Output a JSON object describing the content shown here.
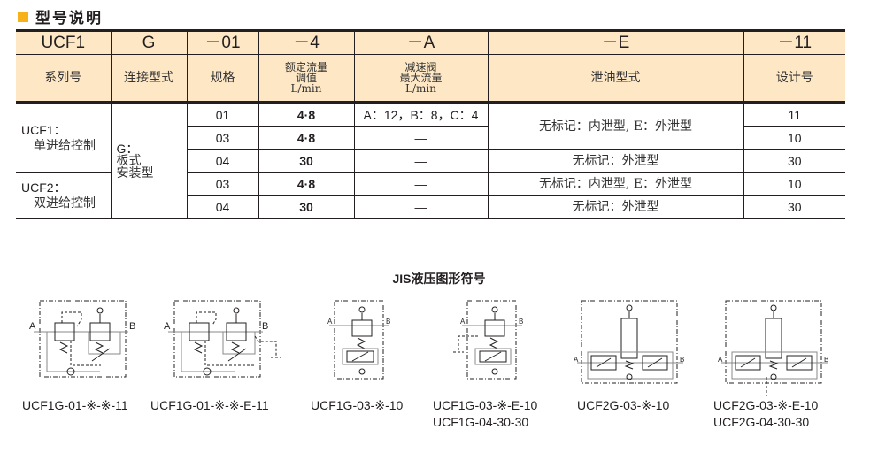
{
  "section_title": "型号说明",
  "code_row": [
    "UCF1",
    "G",
    "－01",
    "－4",
    "－A",
    "－E",
    "－11"
  ],
  "header_row": {
    "series": "系列号",
    "connection": "连接型式",
    "size": "规格",
    "rated_flow": [
      "额定流量",
      "调值",
      "L/min"
    ],
    "reducer_flow": [
      "减速阀",
      "最大流量",
      "L/min"
    ],
    "drain": "泄油型式",
    "design": "设计号"
  },
  "body": {
    "ucf1": [
      "UCF1：",
      "单进给控制"
    ],
    "ucf2": [
      "UCF2：",
      "双进给控制"
    ],
    "g": [
      "G：",
      "板式",
      "安装型"
    ],
    "rows": [
      {
        "size": "01",
        "flow": "4·8",
        "reducer": "A：12，B：8，C：4",
        "design": "11"
      },
      {
        "size": "03",
        "flow": "4·8",
        "reducer": "—",
        "design": "10"
      },
      {
        "size": "04",
        "flow": "30",
        "reducer": "—",
        "drain": "无标记：外泄型",
        "design": "30"
      },
      {
        "size": "03",
        "flow": "4·8",
        "reducer": "—",
        "drain": "无标记：内泄型, E：外泄型",
        "design": "10"
      },
      {
        "size": "04",
        "flow": "30",
        "reducer": "—",
        "drain": "无标记：外泄型",
        "design": "30"
      }
    ],
    "drain_merged": "无标记：内泄型, E：外泄型"
  },
  "jis_title": "JIS液压图形符号",
  "port_a": "A",
  "port_b": "B",
  "symbols": [
    {
      "labels": [
        "UCF1G-01-※-※-11"
      ]
    },
    {
      "labels": [
        "UCF1G-01-※-※-E-11"
      ]
    },
    {
      "labels": [
        "UCF1G-03-※-10"
      ]
    },
    {
      "labels": [
        "UCF1G-03-※-E-10",
        "UCF1G-04-30-30"
      ]
    },
    {
      "labels": [
        "UCF2G-03-※-10"
      ]
    },
    {
      "labels": [
        "UCF2G-03-※-E-10",
        "UCF2G-04-30-30"
      ]
    }
  ],
  "colors": {
    "accent": "#f7b21a",
    "header_bg": "#fde7c4"
  }
}
